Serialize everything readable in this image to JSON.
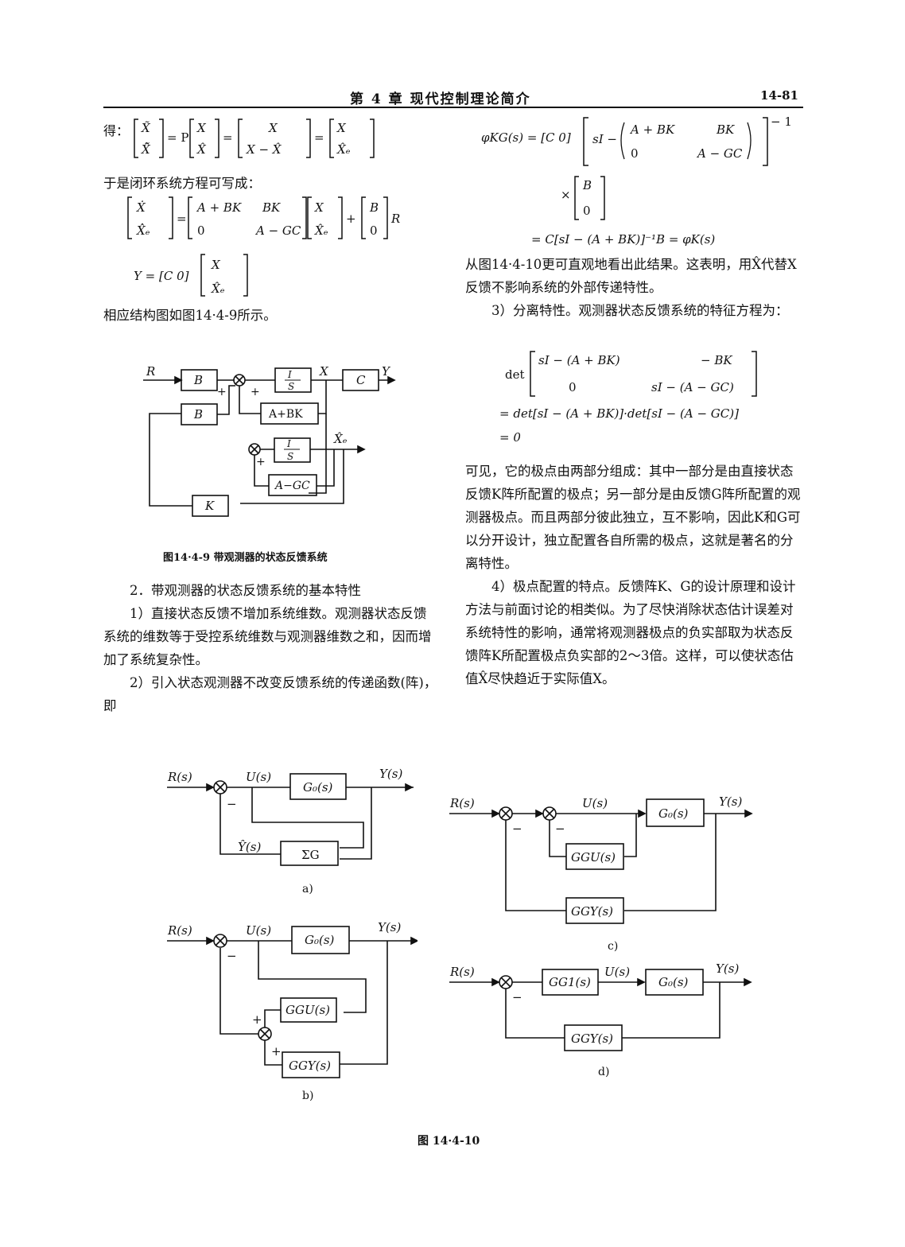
{
  "header": {
    "chapter": "第 4 章   现代控制理论简介",
    "page": "14-81"
  },
  "left": {
    "get_label": "得：",
    "eq_transform": "= P",
    "closed_loop_intro": "于是闭环系统方程可写成：",
    "eq_y": "Y = [C 0]",
    "fig9_ref": "相应结构图如图14·4-9所示。",
    "fig9_caption": "图14·4-9   带观测器的状态反馈系统",
    "sec2_title": "2．带观测器的状态反馈系统的基本特性",
    "item1": "1）直接状态反馈不增加系统维数。观测器状态反馈系统的维数等于受控系统维数与观测器维数之和，因而增加了系统复杂性。",
    "item2": "2）引入状态观测器不改变反馈系统的传递函数(阵)，即"
  },
  "right": {
    "phi_eq": "φKG(s) = [C 0]",
    "phi_result": "= C[sI − (A + BK)]⁻¹B = φK(s)",
    "conclusion": "从图14·4-10更可直观地看出此结果。这表明，用X̂代替X反馈不影响系统的外部传递特性。",
    "item3_head": "3）分离特性。观测器状态反馈系统的特征方程为：",
    "det_label": "det",
    "det_result": "= det[sI − (A + BK)]·det[sI − (A − GC)]",
    "det_zero": "= 0",
    "separation": "可见，它的极点由两部分组成：其中一部分是由直接状态反馈K阵所配置的极点；另一部分是由反馈G阵所配置的观测器极点。而且两部分彼此独立，互不影响，因此K和G可以分开设计，独立配置各自所需的极点，这就是著名的分离特性。",
    "item4": "4）极点配置的特点。反馈阵K、G的设计原理和设计方法与前面讨论的相类似。为了尽快消除状态估计误差对系统特性的影响，通常将观测器极点的负实部取为状态反馈阵K所配置极点负实部的2～3倍。这样，可以使状态估值X̂尽快趋近于实际值X。"
  },
  "fig10": {
    "caption": "图   14·4-10",
    "sub_a": "a)",
    "sub_b": "b)",
    "sub_c": "c)",
    "sub_d": "d)"
  }
}
